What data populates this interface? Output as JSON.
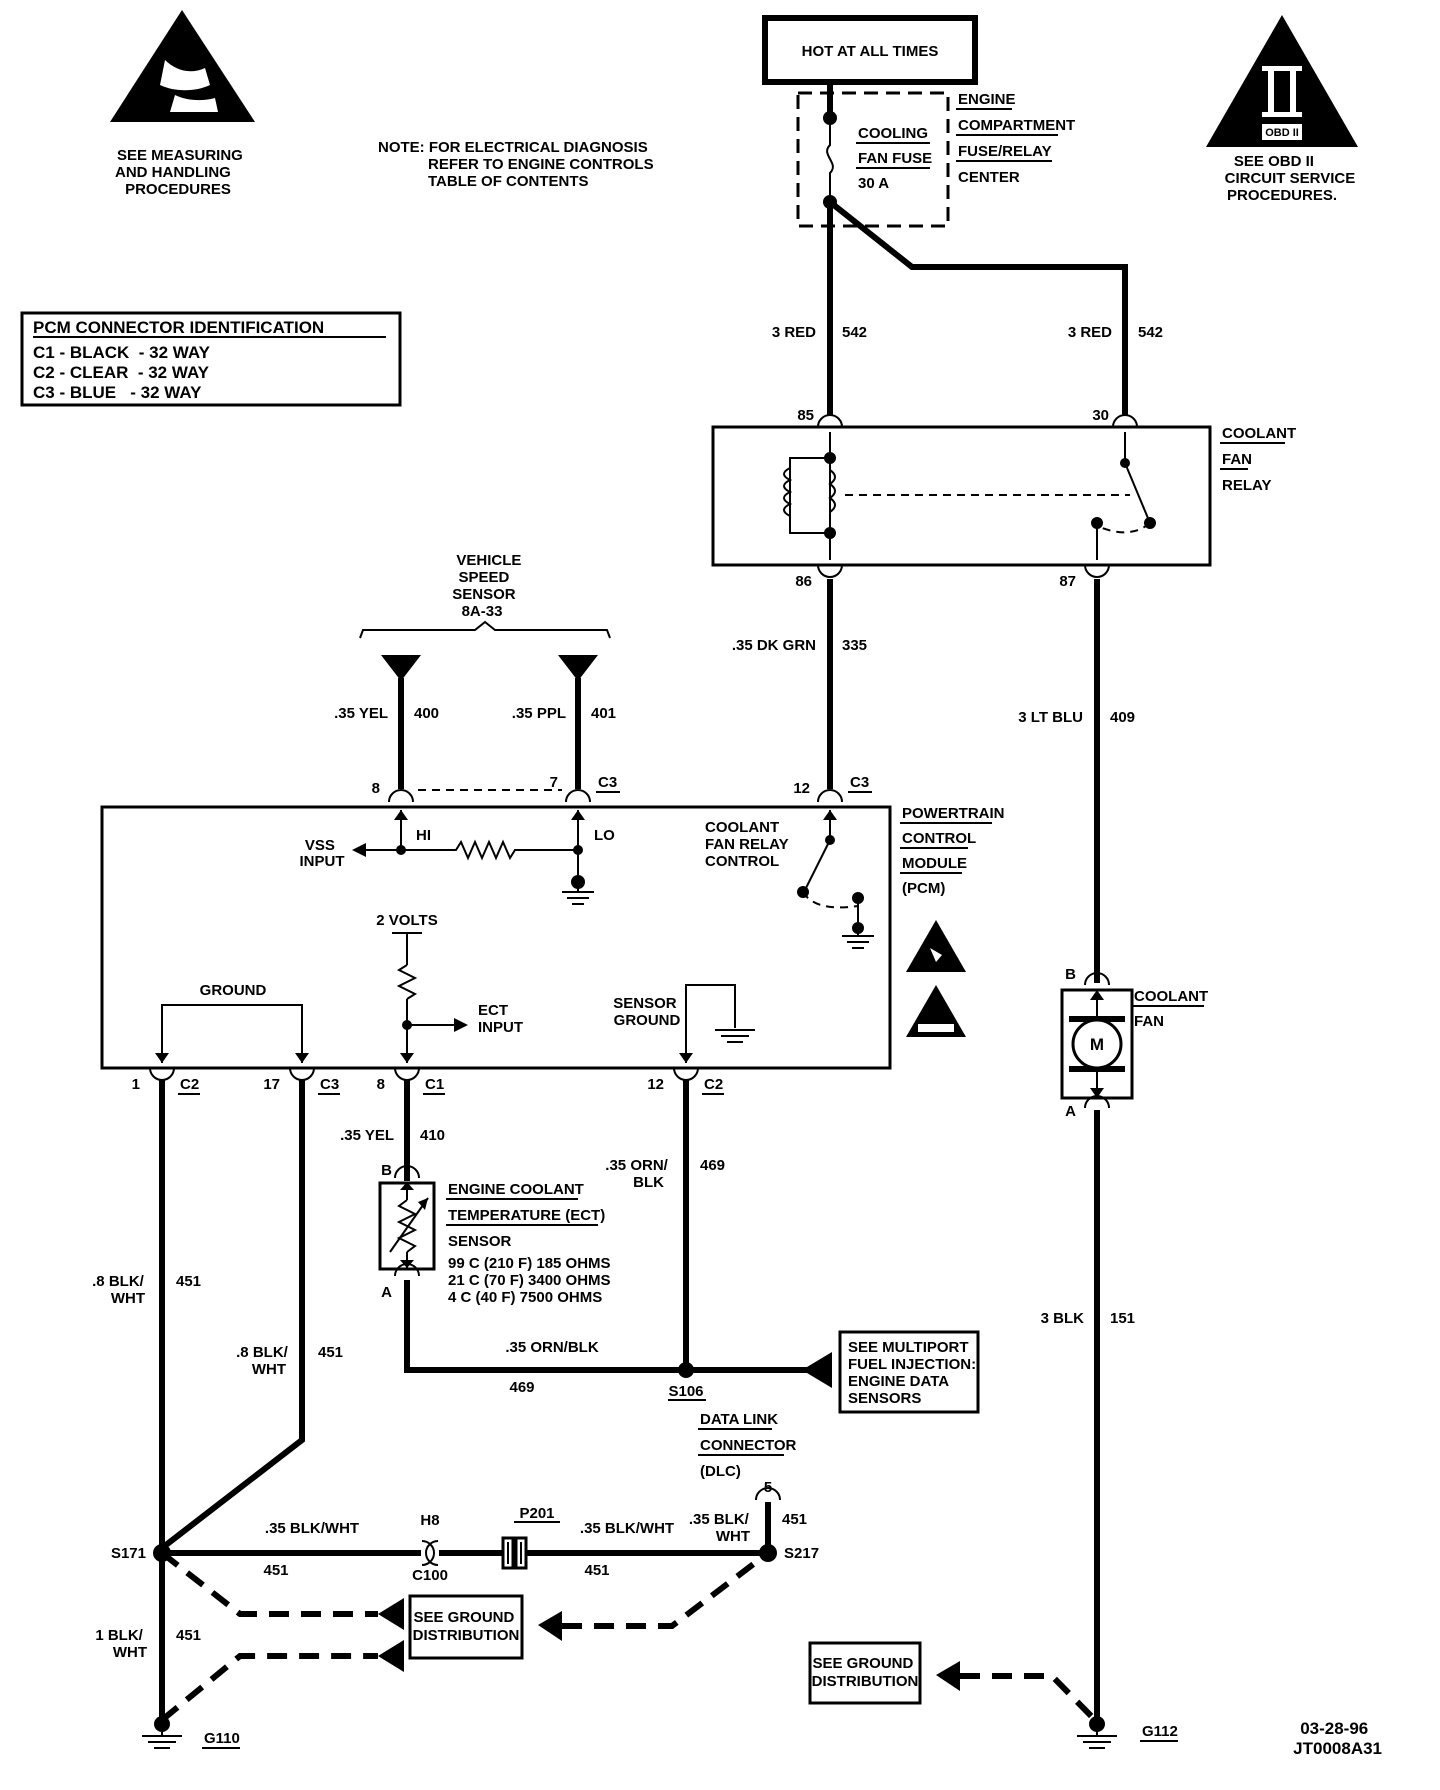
{
  "esd_note": [
    "SEE MEASURING",
    "AND HANDLING",
    "PROCEDURES"
  ],
  "note": [
    "NOTE: FOR ELECTRICAL DIAGNOSIS",
    "REFER TO ENGINE CONTROLS",
    "TABLE OF CONTENTS"
  ],
  "obd_note": [
    "SEE OBD II",
    "CIRCUIT SERVICE",
    "PROCEDURES."
  ],
  "obd_symbol": {
    "numeral": "II",
    "badge": "OBD II"
  },
  "pcm_connector": {
    "title": "PCM CONNECTOR IDENTIFICATION",
    "rows": [
      "C1 - BLACK  - 32 WAY",
      "C2 - CLEAR  - 32 WAY",
      "C3 - BLUE   - 32 WAY"
    ]
  },
  "power": {
    "hot_label": "HOT AT ALL TIMES"
  },
  "fuse": {
    "name": [
      "COOLING",
      "FAN FUSE",
      "30 A"
    ],
    "center": [
      "ENGINE",
      "COMPARTMENT",
      "FUSE/RELAY",
      "CENTER"
    ]
  },
  "wires": {
    "w542a": {
      "gauge": "3 RED",
      "circuit": "542"
    },
    "w542b": {
      "gauge": "3 RED",
      "circuit": "542"
    },
    "w335": {
      "gauge": ".35 DK GRN",
      "circuit": "335"
    },
    "w409": {
      "gauge": "3 LT BLU",
      "circuit": "409"
    },
    "w400": {
      "gauge": ".35 YEL",
      "circuit": "400"
    },
    "w401": {
      "gauge": ".35 PPL",
      "circuit": "401"
    },
    "w410": {
      "gauge": ".35 YEL",
      "circuit": "410"
    },
    "w469": {
      "gauge": [
        ".35 ORN/",
        "BLK"
      ],
      "circuit": "469"
    },
    "w451a": {
      "gauge": [
        ".8 BLK/",
        "WHT"
      ],
      "circuit": "451"
    },
    "w451b": {
      "gauge": [
        ".8 BLK/",
        "WHT"
      ],
      "circuit": "451"
    },
    "w451c": {
      "gauge": [
        ".35 BLK/",
        "WHT"
      ],
      "circuit": "451"
    },
    "w451d": {
      "gauge": [
        "1 BLK/",
        "WHT"
      ],
      "circuit": "451"
    },
    "w151": {
      "gauge": "3 BLK",
      "circuit": "151"
    },
    "h451a": {
      "gauge": ".35 BLK/WHT",
      "circuit": "451"
    },
    "h451b": {
      "gauge": ".35 BLK/WHT",
      "circuit": "451"
    },
    "h469": {
      "gauge": ".35 ORN/BLK",
      "circuit": "469"
    }
  },
  "relay": {
    "name": [
      "COOLANT",
      "FAN",
      "RELAY"
    ],
    "pins": {
      "p85": "85",
      "p30": "30",
      "p86": "86",
      "p87": "87"
    }
  },
  "vss": {
    "name": [
      "VEHICLE",
      "SPEED",
      "SENSOR",
      "8A-33"
    ]
  },
  "pcm": {
    "name": [
      "POWERTRAIN",
      "CONTROL",
      "MODULE",
      "(PCM)"
    ],
    "vss_input": [
      "VSS",
      "INPUT"
    ],
    "hi": "HI",
    "lo": "LO",
    "relay_control": [
      "COOLANT",
      "FAN RELAY",
      "CONTROL"
    ],
    "volts": "2 VOLTS",
    "ect_input": [
      "ECT",
      "INPUT"
    ],
    "ground": "GROUND",
    "sensor_ground": [
      "SENSOR",
      "GROUND"
    ]
  },
  "pins_top": [
    {
      "num": "8",
      "conn": ""
    },
    {
      "num": "7",
      "conn": "C3"
    },
    {
      "num": "12",
      "conn": "C3"
    }
  ],
  "pins_bottom": [
    {
      "num": "1",
      "conn": "C2"
    },
    {
      "num": "17",
      "conn": "C3"
    },
    {
      "num": "8",
      "conn": "C1"
    },
    {
      "num": "12",
      "conn": "C2"
    }
  ],
  "ect_sensor": {
    "name": [
      "ENGINE COOLANT",
      "TEMPERATURE (ECT)",
      "SENSOR"
    ],
    "specs": [
      "99 C (210 F) 185 OHMS",
      "21 C (70 F) 3400 OHMS",
      "4 C (40 F) 7500 OHMS"
    ],
    "pin_b": "B",
    "pin_a": "A"
  },
  "fan": {
    "name": [
      "COOLANT",
      "FAN"
    ],
    "motor": "M",
    "pin_b": "B",
    "pin_a": "A"
  },
  "splices": {
    "s106": "S106",
    "s171": "S171",
    "s217": "S217"
  },
  "grounds": {
    "g110": "G110",
    "g112": "G112"
  },
  "see_mfi": [
    "SEE MULTIPORT",
    "FUEL INJECTION:",
    "ENGINE DATA",
    "SENSORS"
  ],
  "see_ground_1": [
    "SEE GROUND",
    "DISTRIBUTION"
  ],
  "see_ground_2": [
    "SEE GROUND",
    "DISTRIBUTION"
  ],
  "dlc": {
    "name": [
      "DATA LINK",
      "CONNECTOR",
      "(DLC)"
    ],
    "pin": "5"
  },
  "connectors": {
    "h8": "H8",
    "c100": "C100",
    "p201": "P201"
  },
  "footer": [
    "03-28-96",
    "JT0008A31"
  ]
}
